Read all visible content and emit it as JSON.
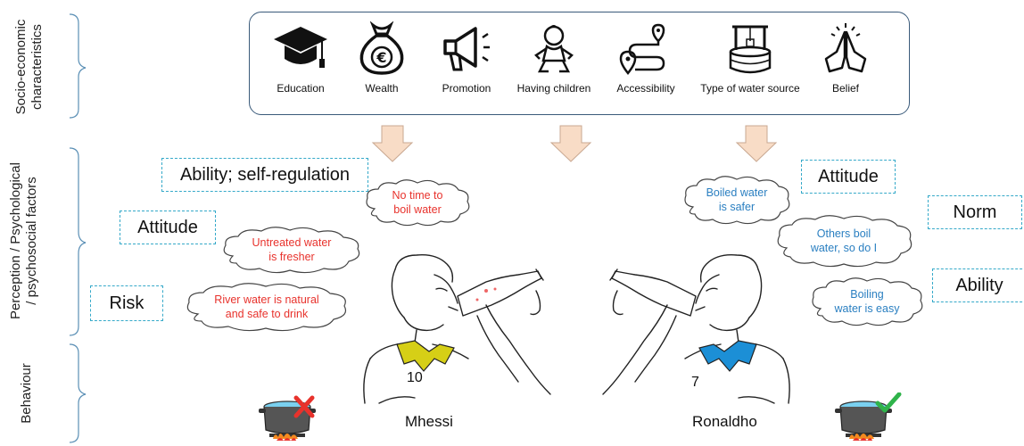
{
  "left_axis": {
    "socio": "Socio-economic characteristics",
    "socio_line1": "Socio-economic",
    "socio_line2": "characteristics",
    "perception_line1": "Perception / Psychological",
    "perception_line2": "/ psychosocial factors",
    "behaviour": "Behaviour"
  },
  "icons": [
    {
      "label": "Education",
      "icon": "graduation-cap-icon"
    },
    {
      "label": "Wealth",
      "icon": "money-bag-euro-icon"
    },
    {
      "label": "Promotion",
      "icon": "megaphone-icon"
    },
    {
      "label": "Having children",
      "icon": "baby-icon"
    },
    {
      "label": "Accessibility",
      "icon": "route-pin-icon"
    },
    {
      "label": "Type of water source",
      "icon": "water-well-icon"
    },
    {
      "label": "Belief",
      "icon": "praying-hands-icon"
    }
  ],
  "left_factors": {
    "ability": "Ability; self-regulation",
    "attitude": "Attitude",
    "risk": "Risk"
  },
  "right_factors": {
    "attitude": "Attitude",
    "norm": "Norm",
    "ability": "Ability"
  },
  "left_clouds": {
    "no_time_1": "No time to",
    "no_time_2": "boil water",
    "untreated_1": "Untreated water",
    "untreated_2": "is fresher",
    "river_1": "River water is natural",
    "river_2": "and safe to drink"
  },
  "right_clouds": {
    "boiled_1": "Boiled water",
    "boiled_2": "is safer",
    "others_1": "Others boil",
    "others_2": "water, so do I",
    "easy_1": "Boiling",
    "easy_2": "water is easy"
  },
  "people": {
    "left_name": "Mhessi",
    "left_number": "10",
    "right_name": "Ronaldho",
    "right_number": "7"
  },
  "colors": {
    "negative": "#e8322c",
    "positive": "#2a7fc1",
    "left_collar": "#d6cf16",
    "right_collar": "#1c8fd6",
    "dashed_border": "#35a9c9",
    "arrow_fill": "#f8dcc6"
  }
}
